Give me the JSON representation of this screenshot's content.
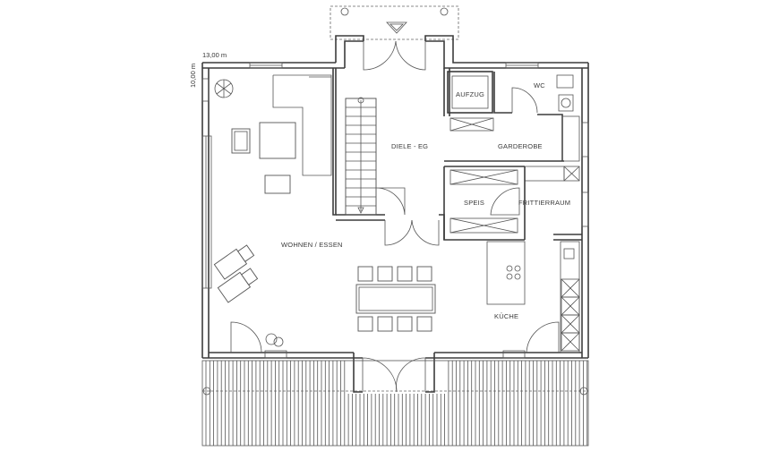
{
  "plan": {
    "dimension_width": "13,00 m",
    "dimension_depth": "10,00 m",
    "rooms": {
      "aufzug": "AUFZUG",
      "wc": "WC",
      "diele": "DIELE - EG",
      "garderobe": "GARDEROBE",
      "speis": "SPEIS",
      "frittierraum": "FRITTIERRAUM",
      "wohnen": "WOHNEN / ESSEN",
      "kueche": "KÜCHE"
    }
  }
}
